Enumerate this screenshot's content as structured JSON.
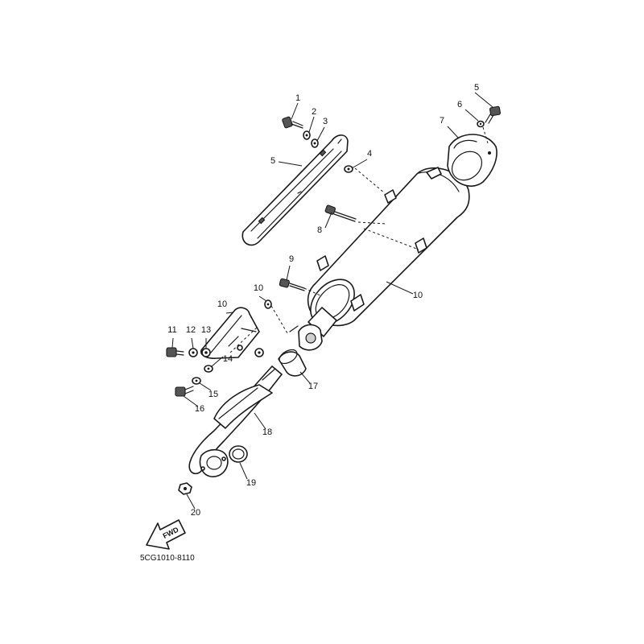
{
  "diagram": {
    "code": "5CG1010-8110",
    "direction_label": "FWD",
    "direction_icon": "fwd-arrow-icon",
    "callouts": [
      "1",
      "2",
      "3",
      "4",
      "5",
      "5",
      "6",
      "7",
      "8",
      "9",
      "10",
      "10",
      "10",
      "11",
      "12",
      "13",
      "14",
      "15",
      "16",
      "17",
      "18",
      "19",
      "20"
    ]
  }
}
